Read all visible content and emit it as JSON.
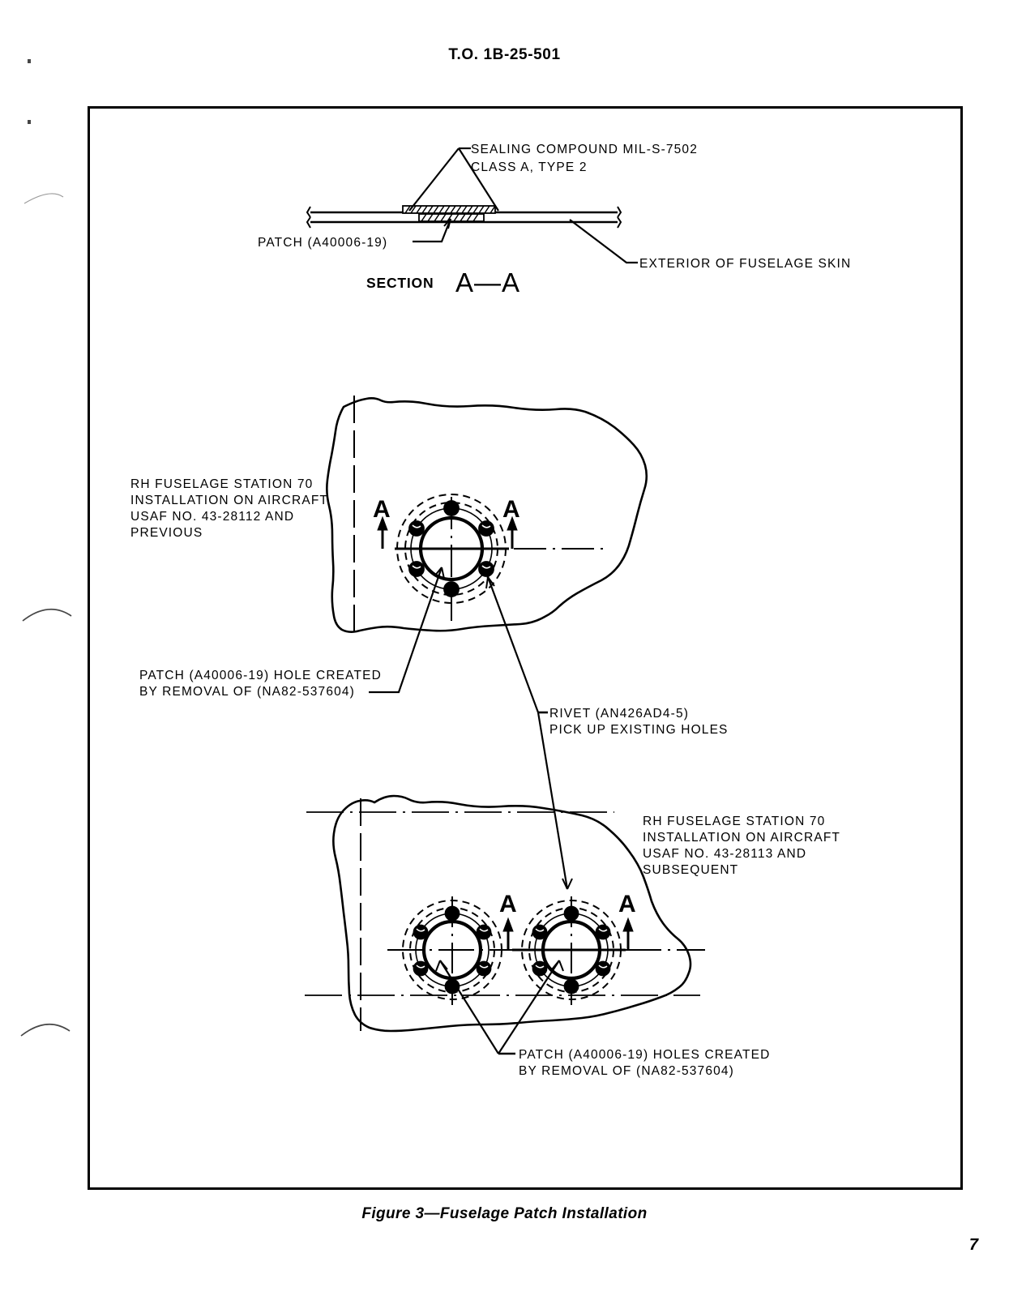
{
  "document": {
    "header": "T.O. 1B-25-501",
    "page_number": "7",
    "figure_caption": "Figure 3—Fuselage Patch Installation"
  },
  "section_view": {
    "title_prefix": "SECTION",
    "title_marks": "A—A",
    "callouts": {
      "sealing_compound_line1": "SEALING COMPOUND MIL-S-7502",
      "sealing_compound_line2": "CLASS A, TYPE 2",
      "patch": "PATCH (A40006-19)",
      "exterior": "EXTERIOR OF FUSELAGE SKIN"
    }
  },
  "upper_view": {
    "note_line1": "RH FUSELAGE STATION 70",
    "note_line2": "INSTALLATION ON AIRCRAFT",
    "note_line3": "USAF NO.  43-28112 AND",
    "note_line4": "PREVIOUS",
    "section_mark_left": "A",
    "section_mark_right": "A",
    "callout_patch_line1": "PATCH (A40006-19) HOLE CREATED",
    "callout_patch_line2": "BY REMOVAL OF (NA82-537604)",
    "rivet_count": 6,
    "hole_count": 1
  },
  "rivet_callout": {
    "line1": "RIVET (AN426AD4-5)",
    "line2": "PICK UP EXISTING HOLES"
  },
  "lower_view": {
    "note_line1": "RH FUSELAGE STATION 70",
    "note_line2": "INSTALLATION ON AIRCRAFT",
    "note_line3": "USAF NO.  43-28113 AND",
    "note_line4": "SUBSEQUENT",
    "section_mark_left": "A",
    "section_mark_right": "A",
    "callout_patch_line1": "PATCH (A40006-19) HOLES CREATED",
    "callout_patch_line2": "BY REMOVAL OF (NA82-537604)",
    "rivet_count_per_hole": 6,
    "hole_count": 2
  },
  "colors": {
    "ink": "#000000",
    "paper": "#ffffff"
  }
}
